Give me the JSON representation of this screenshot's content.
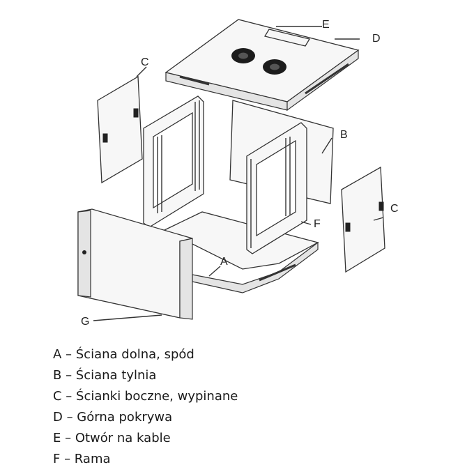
{
  "diagram": {
    "labels": {
      "a": "A",
      "b": "B",
      "c_left": "C",
      "c_right": "C",
      "d": "D",
      "e": "E",
      "f": "F",
      "g": "G"
    }
  },
  "legend": [
    "A – Ściana dolna, spód",
    "B – Ściana tylnia",
    "C – Ścianki boczne, wypinane",
    "D – Górna pokrywa",
    "E – Otwór na kable",
    "F – Rama"
  ]
}
